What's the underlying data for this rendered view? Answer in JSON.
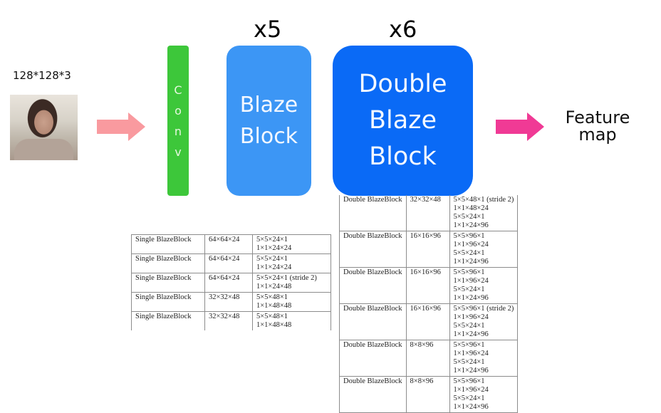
{
  "input": {
    "dimensions_label": "128*128*3",
    "image_description": "portrait photo of a woman"
  },
  "arrows": {
    "input_arrow_color": "#f99a9f",
    "output_arrow_color": "#f03a95"
  },
  "conv": {
    "letters": [
      "C",
      "o",
      "n",
      "v"
    ],
    "color": "#3dc73a"
  },
  "blaze_block": {
    "repeat": "x5",
    "lines": [
      "Blaze",
      "Block"
    ],
    "color": "#3c96f5"
  },
  "double_blaze_block": {
    "repeat": "x6",
    "lines": [
      "Double",
      "Blaze",
      "Block"
    ],
    "color": "#0a6af6"
  },
  "output": {
    "lines": [
      "Feature",
      "map"
    ]
  },
  "single_table": {
    "rows": [
      {
        "layer": "Single BlazeBlock",
        "input": "64×64×24",
        "kernels": [
          "5×5×24×1",
          "1×1×24×24"
        ]
      },
      {
        "layer": "Single BlazeBlock",
        "input": "64×64×24",
        "kernels": [
          "5×5×24×1",
          "1×1×24×24"
        ]
      },
      {
        "layer": "Single BlazeBlock",
        "input": "64×64×24",
        "kernels": [
          "5×5×24×1 (stride 2)",
          "1×1×24×48"
        ]
      },
      {
        "layer": "Single BlazeBlock",
        "input": "32×32×48",
        "kernels": [
          "5×5×48×1",
          "1×1×48×48"
        ]
      },
      {
        "layer": "Single BlazeBlock",
        "input": "32×32×48",
        "kernels": [
          "5×5×48×1",
          "1×1×48×48"
        ]
      }
    ]
  },
  "double_table": {
    "rows": [
      {
        "layer": "Double BlazeBlock",
        "input": "32×32×48",
        "kernels": [
          "5×5×48×1 (stride 2)",
          "1×1×48×24",
          "5×5×24×1",
          "1×1×24×96"
        ]
      },
      {
        "layer": "Double BlazeBlock",
        "input": "16×16×96",
        "kernels": [
          "5×5×96×1",
          "1×1×96×24",
          "5×5×24×1",
          "1×1×24×96"
        ]
      },
      {
        "layer": "Double BlazeBlock",
        "input": "16×16×96",
        "kernels": [
          "5×5×96×1",
          "1×1×96×24",
          "5×5×24×1",
          "1×1×24×96"
        ]
      },
      {
        "layer": "Double BlazeBlock",
        "input": "16×16×96",
        "kernels": [
          "5×5×96×1 (stride 2)",
          "1×1×96×24",
          "5×5×24×1",
          "1×1×24×96"
        ]
      },
      {
        "layer": "Double BlazeBlock",
        "input": "8×8×96",
        "kernels": [
          "5×5×96×1",
          "1×1×96×24",
          "5×5×24×1",
          "1×1×24×96"
        ]
      },
      {
        "layer": "Double BlazeBlock",
        "input": "8×8×96",
        "kernels": [
          "5×5×96×1",
          "1×1×96×24",
          "5×5×24×1",
          "1×1×24×96"
        ]
      }
    ]
  }
}
